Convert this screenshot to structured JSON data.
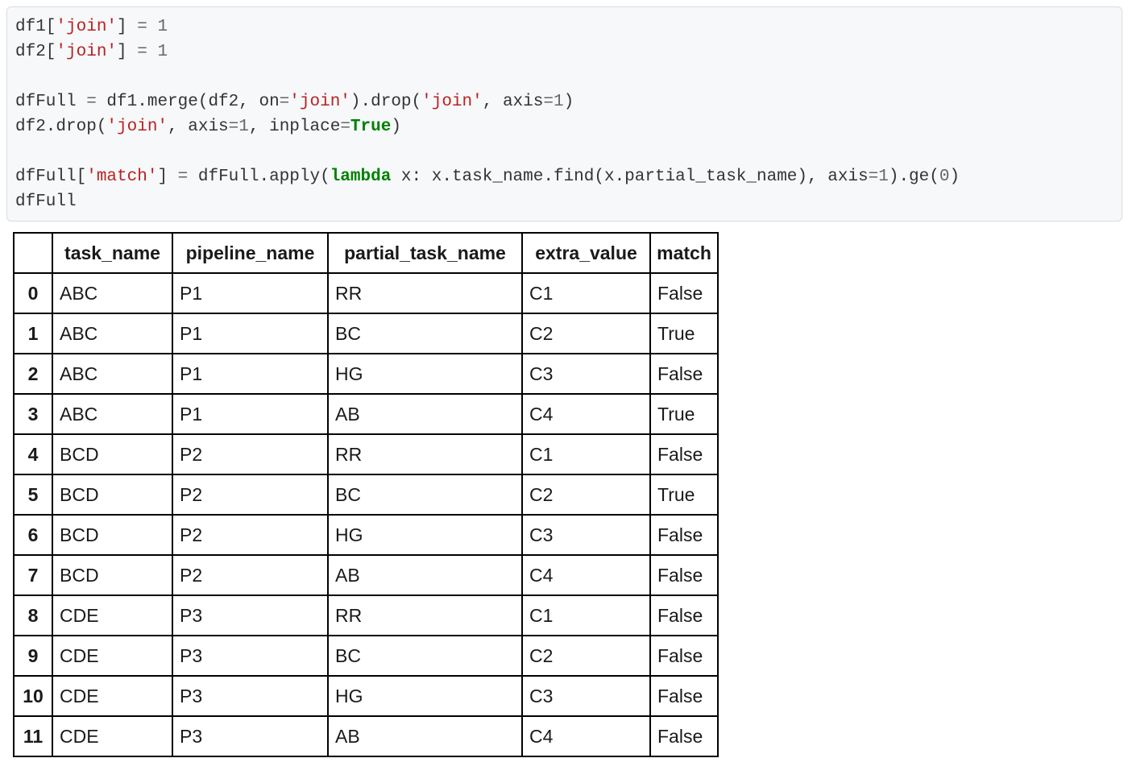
{
  "page": {
    "background": "#ffffff"
  },
  "code_cell": {
    "language": "python",
    "background": "#f6f8fa",
    "border_color": "#d9dcdf",
    "syntax_colors": {
      "plain": "#333333",
      "string": "#BA2121",
      "keyword": "#008000",
      "number_operator": "#666666"
    },
    "source_text": "df1['join'] = 1\ndf2['join'] = 1\n\ndfFull = df1.merge(df2, on='join').drop('join', axis=1)\ndf2.drop('join', axis=1, inplace=True)\n\ndfFull['match'] = dfFull.apply(lambda x: x.task_name.find(x.partial_task_name), axis=1).ge(0)\ndfFull",
    "lines": [
      [
        [
          "p",
          "df1["
        ],
        [
          "s",
          "'join'"
        ],
        [
          "p",
          "] "
        ],
        [
          "g",
          "="
        ],
        [
          "p",
          " "
        ],
        [
          "g",
          "1"
        ]
      ],
      [
        [
          "p",
          "df2["
        ],
        [
          "s",
          "'join'"
        ],
        [
          "p",
          "] "
        ],
        [
          "g",
          "="
        ],
        [
          "p",
          " "
        ],
        [
          "g",
          "1"
        ]
      ],
      [],
      [
        [
          "p",
          "dfFull "
        ],
        [
          "g",
          "="
        ],
        [
          "p",
          " df1.merge(df2, on"
        ],
        [
          "g",
          "="
        ],
        [
          "s",
          "'join'"
        ],
        [
          "p",
          ").drop("
        ],
        [
          "s",
          "'join'"
        ],
        [
          "p",
          ", axis"
        ],
        [
          "g",
          "=1"
        ],
        [
          "p",
          ")"
        ]
      ],
      [
        [
          "p",
          "df2.drop("
        ],
        [
          "s",
          "'join'"
        ],
        [
          "p",
          ", axis"
        ],
        [
          "g",
          "=1"
        ],
        [
          "p",
          ", inplace"
        ],
        [
          "g",
          "="
        ],
        [
          "k",
          "True"
        ],
        [
          "p",
          ")"
        ]
      ],
      [],
      [
        [
          "p",
          "dfFull["
        ],
        [
          "s",
          "'match'"
        ],
        [
          "p",
          "] "
        ],
        [
          "g",
          "="
        ],
        [
          "p",
          " dfFull.apply("
        ],
        [
          "k",
          "lambda"
        ],
        [
          "p",
          " x: x.task_name.find(x.partial_task_name), axis"
        ],
        [
          "g",
          "=1"
        ],
        [
          "p",
          ").ge("
        ],
        [
          "g",
          "0"
        ],
        [
          "p",
          ")"
        ]
      ],
      [
        [
          "p",
          "dfFull"
        ]
      ]
    ]
  },
  "table": {
    "columns": [
      "",
      "task_name",
      "pipeline_name",
      "partial_task_name",
      "extra_value",
      "match"
    ],
    "rows": [
      {
        "index": "0",
        "cells": [
          "ABC",
          "P1",
          "RR",
          "C1",
          "False"
        ]
      },
      {
        "index": "1",
        "cells": [
          "ABC",
          "P1",
          "BC",
          "C2",
          "True"
        ]
      },
      {
        "index": "2",
        "cells": [
          "ABC",
          "P1",
          "HG",
          "C3",
          "False"
        ]
      },
      {
        "index": "3",
        "cells": [
          "ABC",
          "P1",
          "AB",
          "C4",
          "True"
        ]
      },
      {
        "index": "4",
        "cells": [
          "BCD",
          "P2",
          "RR",
          "C1",
          "False"
        ]
      },
      {
        "index": "5",
        "cells": [
          "BCD",
          "P2",
          "BC",
          "C2",
          "True"
        ]
      },
      {
        "index": "6",
        "cells": [
          "BCD",
          "P2",
          "HG",
          "C3",
          "False"
        ]
      },
      {
        "index": "7",
        "cells": [
          "BCD",
          "P2",
          "AB",
          "C4",
          "False"
        ]
      },
      {
        "index": "8",
        "cells": [
          "CDE",
          "P3",
          "RR",
          "C1",
          "False"
        ]
      },
      {
        "index": "9",
        "cells": [
          "CDE",
          "P3",
          "BC",
          "C2",
          "False"
        ]
      },
      {
        "index": "10",
        "cells": [
          "CDE",
          "P3",
          "HG",
          "C3",
          "False"
        ]
      },
      {
        "index": "11",
        "cells": [
          "CDE",
          "P3",
          "AB",
          "C4",
          "False"
        ]
      }
    ]
  }
}
